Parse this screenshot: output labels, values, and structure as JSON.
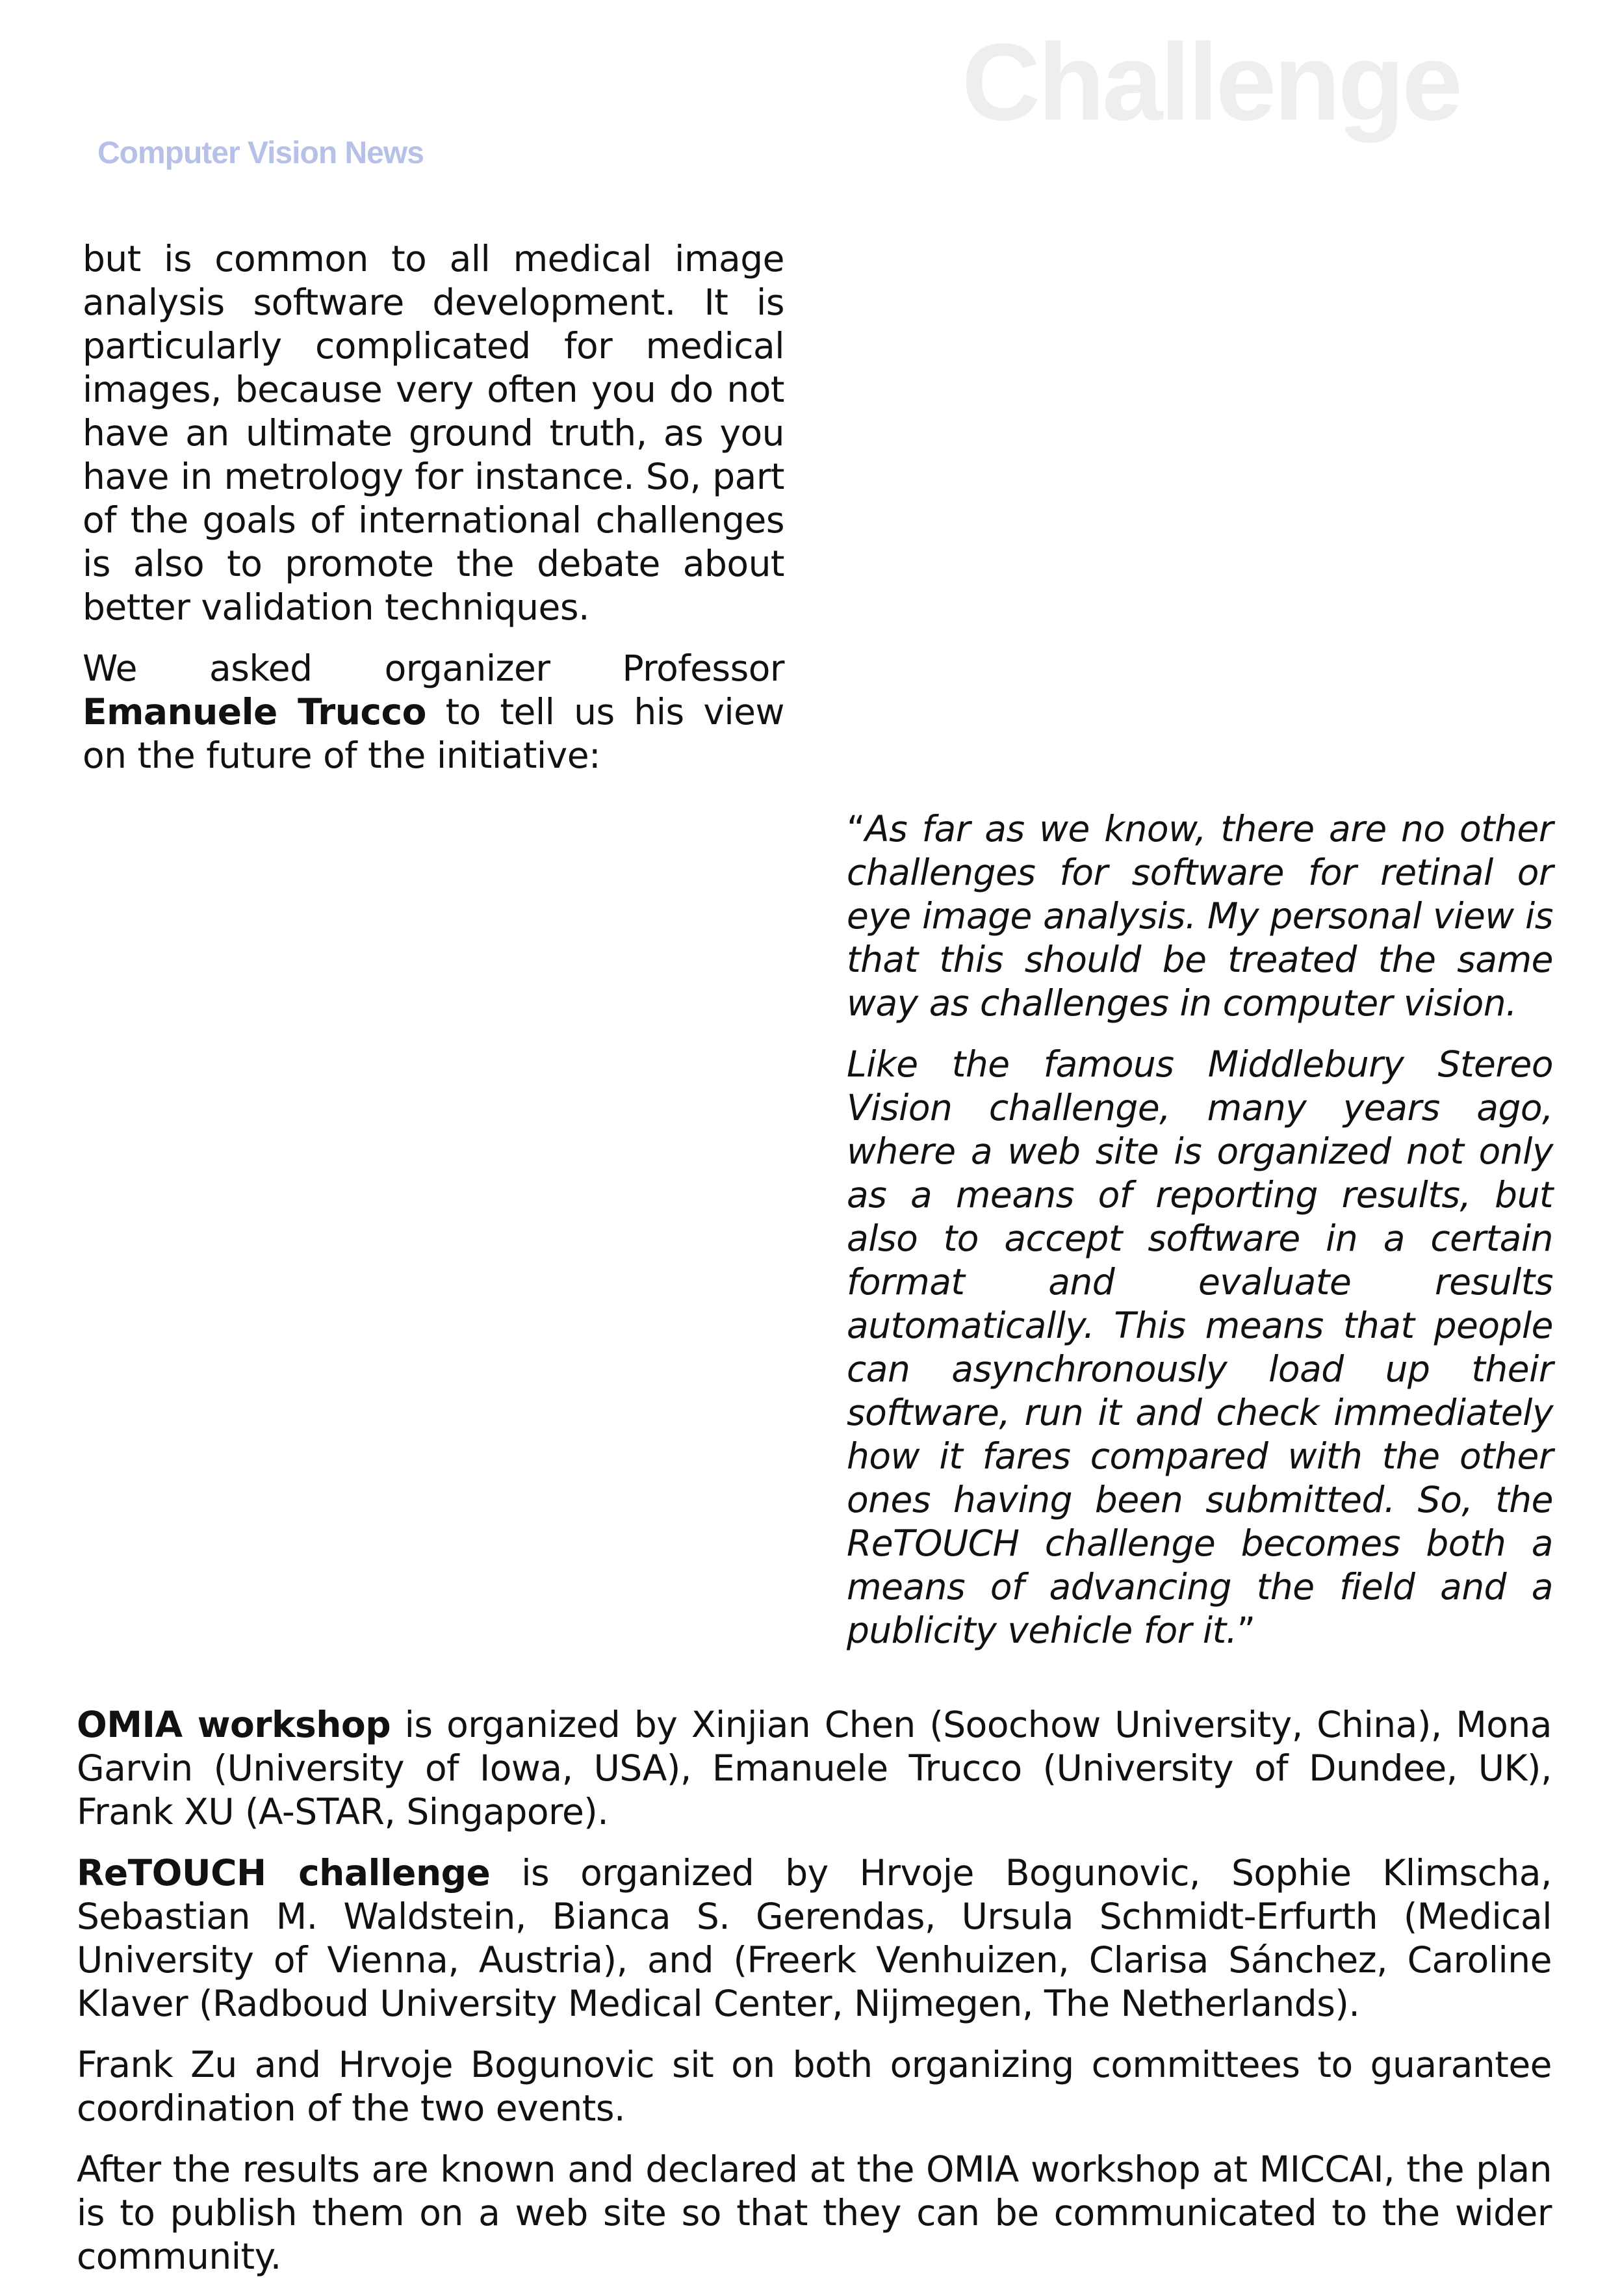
{
  "header": {
    "section_title": "Challenge",
    "publication": "Computer Vision News"
  },
  "left_column": {
    "p1": "but is common to all medical image analysis software development. It is particularly complicated for medical images, because very often you do not have an ultimate ground truth, as you have in metrology for instance. So, part of the goals of international challenges is also to promote the debate about better validation techniques.",
    "p2_lead": "We asked organizer Professor ",
    "p2_name": "Emanuele Trucco",
    "p2_tail": " to tell us his view on the future of the initiative:"
  },
  "quote": {
    "open_mark": "“",
    "p1": "As far as we know, there are no other challenges for software for retinal or eye image analysis. My personal view is that this should be treated the same way as challenges in computer vision.",
    "p2": "Like the famous Middlebury Stereo Vision challenge, many years ago, where a web site is organized not only as a means of reporting results, but also to accept software in a certain format and evaluate results automatically. This means that people can asynchronously load up their software, run it and check immediately how it fares compared with the other ones having been submitted. So, the ReTOUCH challenge becomes both a means of advancing the field and a publicity vehicle for it.",
    "close_mark": "”"
  },
  "bottom": {
    "omia_label": "OMIA workshop",
    "omia_text": " is organized by Xinjian Chen (Soochow University, China), Mona Garvin (University of Iowa, USA), Emanuele Trucco (University of Dundee, UK), Frank XU (A-STAR, Singapore).",
    "retouch_label": "ReTOUCH challenge",
    "retouch_text": " is organized by Hrvoje Bogunovic, Sophie Klimscha, Sebastian M. Waldstein, Bianca S. Gerendas, Ursula Schmidt-Erfurth  (Medical University of Vienna, Austria), and (Freerk Venhuizen, Clarisa Sánchez, Caroline Klaver (Radboud University Medical Center, Nijmegen, The Netherlands).",
    "p3": "Frank Zu and Hrvoje Bogunovic sit on both organizing committees to guarantee coordination of the two events.",
    "p4": "After the results are known and declared at the OMIA workshop at MICCAI, the plan is to publish them on a web site so that they can be communicated to the wider community."
  }
}
